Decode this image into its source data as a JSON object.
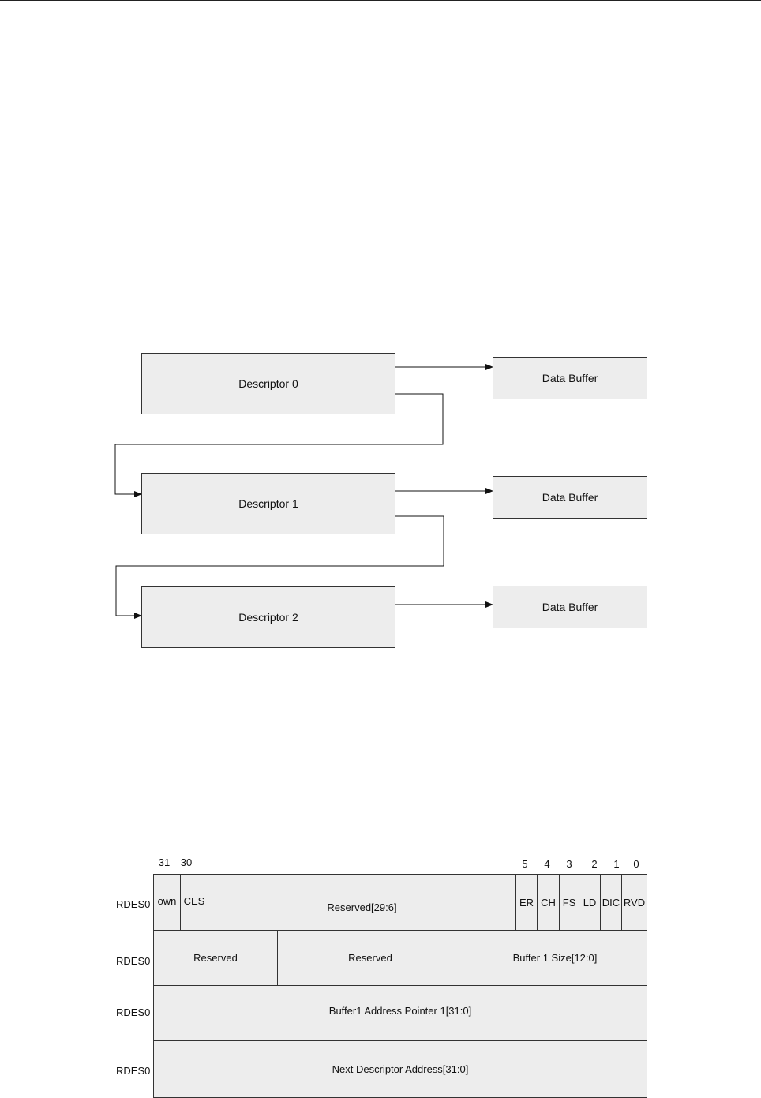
{
  "diagram": {
    "descriptors": [
      "Descriptor 0",
      "Descriptor 1",
      "Descriptor 2"
    ],
    "buffers": [
      "Data Buffer",
      "Data Buffer",
      "Data Buffer"
    ]
  },
  "register": {
    "bit_numbers": [
      "31",
      "30",
      "5",
      "4",
      "3",
      "2",
      "1",
      "0"
    ],
    "row_labels": [
      "RDES0",
      "RDES0",
      "RDES0",
      "RDES0"
    ],
    "row0_fields": [
      "own",
      "CES",
      "Reserved[29:6]",
      "ER",
      "CH",
      "FS",
      "LD",
      "DIC",
      "RVD"
    ],
    "row1_fields": [
      "Reserved",
      "Reserved",
      "Buffer 1 Size[12:0]"
    ],
    "row2_fields": [
      "Buffer1 Address Pointer 1[31:0]"
    ],
    "row3_fields": [
      "Next Descriptor Address[31:0]"
    ]
  }
}
